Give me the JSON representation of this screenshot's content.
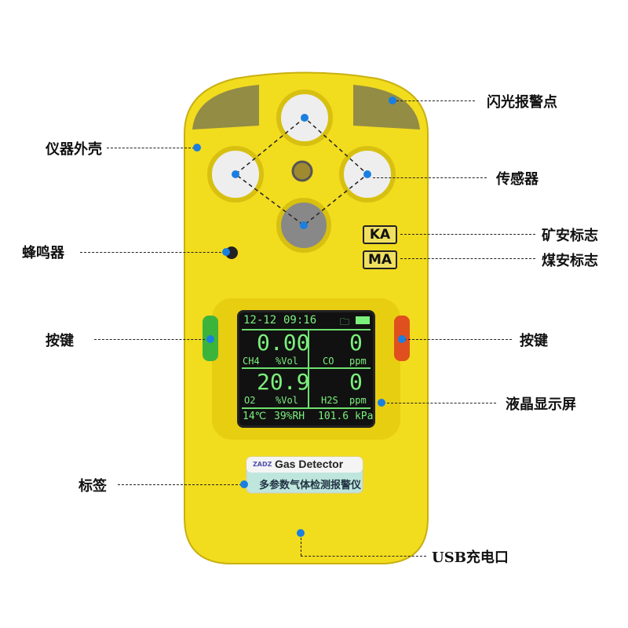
{
  "callouts": {
    "flash_alarm": "闪光报警点",
    "housing": "仪器外壳",
    "sensor": "传感器",
    "mine_safety_mark": "矿安标志",
    "coal_safety_mark": "煤安标志",
    "buzzer": "蜂鸣器",
    "button_left": "按键",
    "button_right": "按键",
    "lcd_screen": "液晶显示屏",
    "label": "标签",
    "usb_port": "USB充电口"
  },
  "badges": {
    "ka": "KA",
    "ma": "MA"
  },
  "screen": {
    "date": "12-12",
    "time": "09:16",
    "readings": [
      {
        "value": "0.00",
        "gas": "CH4",
        "unit": "%Vol"
      },
      {
        "value": "0",
        "gas": "CO",
        "unit": "ppm"
      },
      {
        "value": "20.9",
        "gas": "O2",
        "unit": "%Vol"
      },
      {
        "value": "0",
        "gas": "H2S",
        "unit": "ppm"
      }
    ],
    "temperature": "14℃",
    "humidity": "39%RH",
    "pressure": "101.6 kPa"
  },
  "device_label": {
    "brand": "ZADZ",
    "title": "Gas Detector",
    "subtitle": "多参数气体检测报警仪"
  },
  "colors": {
    "body": "#f2dc1e",
    "lcd_text": "#7cf07c",
    "dot": "#1a7fe0",
    "button_left": "#3cb43c",
    "button_right": "#e0501e"
  }
}
